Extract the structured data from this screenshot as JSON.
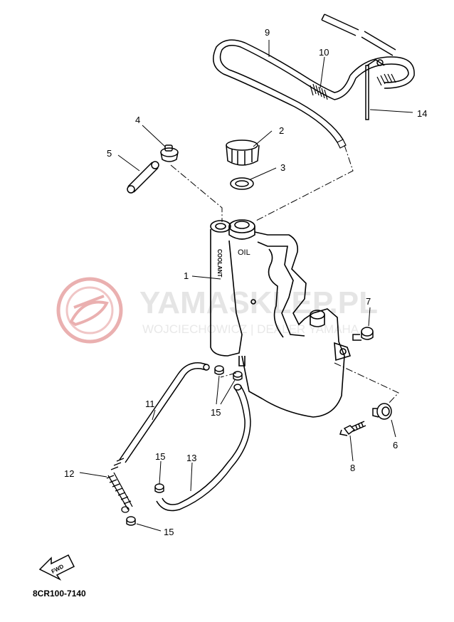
{
  "watermark": {
    "brand": "YAMASKLEP.PL",
    "tagline": "WOJCIECHOWICZ | DEALER YAMAHA",
    "logo_color": "#e9a3a3"
  },
  "diagram_code": "8CR100-7140",
  "fwd_label": "FWD",
  "tank_text": {
    "oil": "OIL",
    "coolant": "COOLANT"
  },
  "callouts": [
    {
      "id": "1",
      "label": "1"
    },
    {
      "id": "2",
      "label": "2"
    },
    {
      "id": "3",
      "label": "3"
    },
    {
      "id": "4",
      "label": "4"
    },
    {
      "id": "5",
      "label": "5"
    },
    {
      "id": "6",
      "label": "6"
    },
    {
      "id": "7",
      "label": "7"
    },
    {
      "id": "8",
      "label": "8"
    },
    {
      "id": "9",
      "label": "9"
    },
    {
      "id": "10",
      "label": "10"
    },
    {
      "id": "11",
      "label": "11"
    },
    {
      "id": "12",
      "label": "12"
    },
    {
      "id": "13",
      "label": "13"
    },
    {
      "id": "14",
      "label": "14"
    },
    {
      "id": "15a",
      "label": "15"
    },
    {
      "id": "15b",
      "label": "15"
    },
    {
      "id": "15c",
      "label": "15"
    }
  ]
}
